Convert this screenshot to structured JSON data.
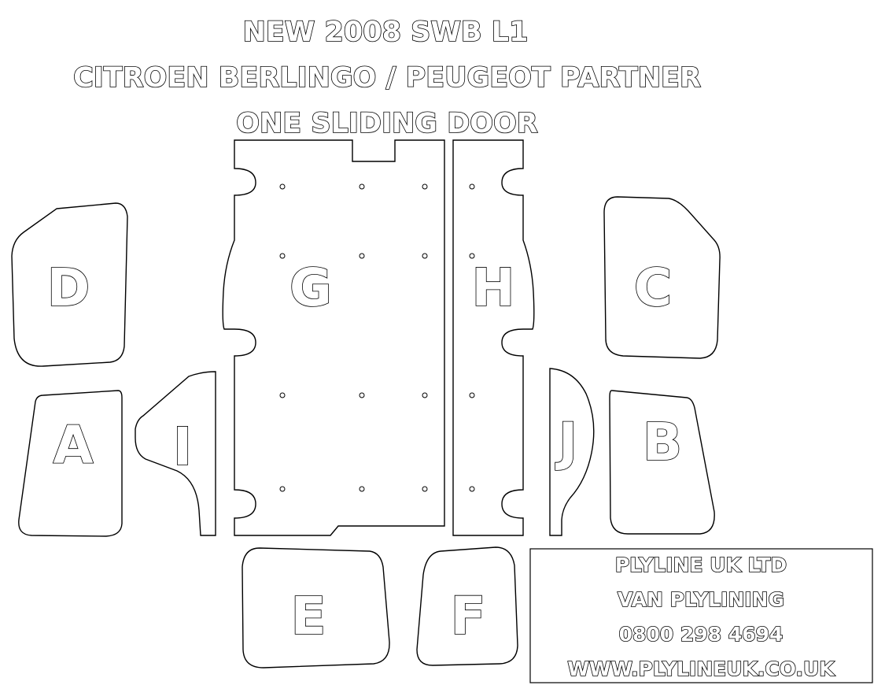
{
  "title": {
    "line1": "NEW 2008 SWB L1",
    "line2": "CITROEN BERLINGO / PEUGEOT PARTNER",
    "line3": "ONE SLIDING DOOR"
  },
  "panels": {
    "a": "A",
    "b": "B",
    "c": "C",
    "d": "D",
    "e": "E",
    "f": "F",
    "g": "G",
    "h": "H",
    "i": "I",
    "j": "J"
  },
  "company": {
    "name": "PLYLINE UK LTD",
    "service": "VAN PLYLINING",
    "phone": "0800 298 4694",
    "website": "WWW.PLYLINEUK.CO.UK"
  }
}
